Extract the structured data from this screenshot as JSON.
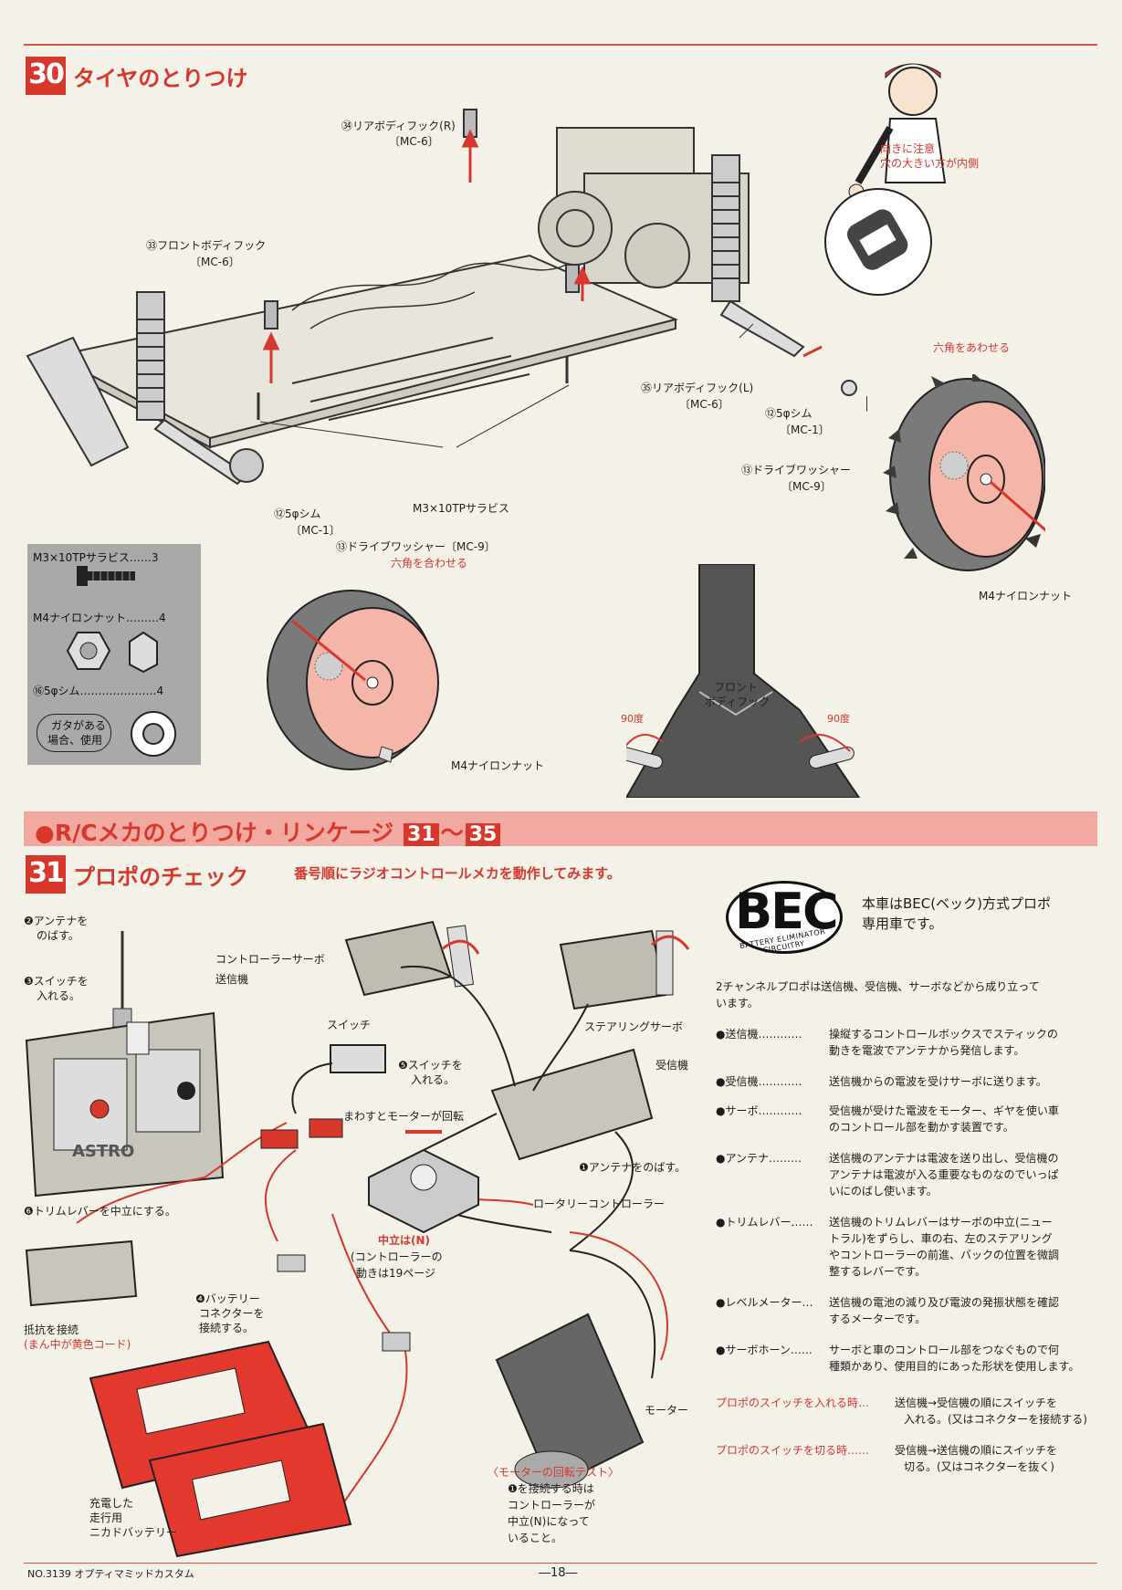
{
  "section30": {
    "num": "30",
    "title": "タイヤのとりつけ",
    "labels": {
      "rear_hook_r": "㉞リアボディフック(R)",
      "rear_hook_r_code": "〔MC-6〕",
      "front_hook": "㉝フロントボディフック",
      "front_hook_code": "〔MC-6〕",
      "rear_hook_l": "㉟リアボディフック(L)",
      "rear_hook_l_code": "〔MC-6〕",
      "shim_right": "⑫5φシム",
      "shim_right_code": "〔MC-1〕",
      "drive_washer_right": "⑬ドライブワッシャー",
      "drive_washer_right_code": "〔MC-9〕",
      "hex_right": "六角をあわせる",
      "nut_right": "M4ナイロンナット",
      "screw": "M3×10TPサラビス",
      "shim_left": "⑫5φシム",
      "shim_left_code": "〔MC-1〕",
      "drive_washer_left": "⑬ドライブワッシャー〔MC-9〕",
      "hex_left": "六角を合わせる",
      "nut_left": "M4ナイロンナット",
      "caution_1": "向きに注意",
      "caution_2": "穴の大きい方が内側",
      "front_hook_fig_1": "フロント",
      "front_hook_fig_2": "ボディフック",
      "deg_left": "90度",
      "deg_right": "90度"
    },
    "parts": {
      "screw": "M3×10TPサラビス……3",
      "nut": "M4ナイロンナット………4",
      "shim": "⑯5φシム…………………4",
      "note_1": "ガタがある",
      "note_2": "場合、使用"
    }
  },
  "banner": {
    "text": "●R/Cメカのとりつけ・リンケージ",
    "from": "31",
    "sep": "〜",
    "to": "35"
  },
  "section31": {
    "num": "31",
    "title": "プロポのチェック",
    "subtitle": "番号順にラジオコントロールメカを動作してみます。",
    "labels": {
      "antenna_tx_1": "❷アンテナを",
      "antenna_tx_2": "のばす。",
      "switch_tx_1": "❸スイッチを",
      "switch_tx_2": "入れる。",
      "transmitter": "送信機",
      "controller_servo": "コントローラーサーボ",
      "steering_servo": "ステアリングサーボ",
      "switch": "スイッチ",
      "switch_on_1": "❺スイッチを",
      "switch_on_2": "入れる。",
      "receiver": "受信機",
      "rotate": "まわすとモーターが回転",
      "antenna_rx": "❶アンテナをのばす。",
      "trim": "❻トリムレバーを中立にする。",
      "rotary": "ロータリーコントローラー",
      "neutral_1": "中立は(N)",
      "neutral_2": "(コントローラーの",
      "neutral_3": "動きは19ページ",
      "battery_1": "❹バッテリー",
      "battery_2": "コネクターを",
      "battery_3": "接続する。",
      "resistor_1": "抵抗を接続",
      "resistor_2": "(まん中が黄色コード)",
      "motor": "モーター",
      "charged_1": "充電した",
      "charged_2": "走行用",
      "charged_3": "ニカドバッテリー",
      "motor_test_title": "〈モーターの回転テスト〉",
      "motor_test_1": "❶を接続する時は",
      "motor_test_2": "コントローラーが",
      "motor_test_3": "中立(N)になって",
      "motor_test_4": "いること。",
      "tx_brand": "ASTRO"
    }
  },
  "bec": {
    "logo": "BEC",
    "logo_sub": "BATTERY ELIMINATOR CIRCUITRY",
    "headline_1": "本車はBEC(ベック)方式プロポ",
    "headline_2": "専用車です。",
    "intro_1": "2チャンネルプロポは送信機、受信機、サーボなどから成り立って",
    "intro_2": "います。",
    "terms": [
      {
        "term": "●送信機…………",
        "desc_1": "操縦するコントロールボックスでスティックの",
        "desc_2": "動きを電波でアンテナから発信します。"
      },
      {
        "term": "●受信機…………",
        "desc_1": "送信機からの電波を受けサーボに送ります。",
        "desc_2": ""
      },
      {
        "term": "●サーボ…………",
        "desc_1": "受信機が受けた電波をモーター、ギヤを使い車",
        "desc_2": "のコントロール部を動かす装置です。"
      },
      {
        "term": "●アンテナ………",
        "desc_1": "送信機のアンテナは電波を送り出し、受信機の",
        "desc_2": "アンテナは電波が入る重要なものなのでいっぱ",
        "desc_3": "いにのばし使います。"
      },
      {
        "term": "●トリムレバー……",
        "desc_1": "送信機のトリムレバーはサーボの中立(ニュー",
        "desc_2": "トラル)をずらし、車の右、左のステアリング",
        "desc_3": "やコントローラーの前進、バックの位置を微調",
        "desc_4": "整するレバーです。"
      },
      {
        "term": "●レベルメーター…",
        "desc_1": "送信機の電池の減り及び電波の発振状態を確認",
        "desc_2": "するメーターです。"
      },
      {
        "term": "●サーボホーン……",
        "desc_1": "サーボと車のコントロール部をつなぐもので何",
        "desc_2": "種類かあり、使用目的にあった形状を使用します。"
      }
    ],
    "switch_on_term": "プロポのスイッチを入れる時…",
    "switch_on_desc_1": "送信機→受信機の順にスイッチを",
    "switch_on_desc_2": "入れる。(又はコネクターを接続する)",
    "switch_off_term": "プロポのスイッチを切る時……",
    "switch_off_desc_1": "受信機→送信機の順にスイッチを",
    "switch_off_desc_2": "切る。(又はコネクターを抜く)"
  },
  "footer": {
    "model": "NO.3139 オプティマミッドカスタム",
    "page": "―18―"
  },
  "colors": {
    "accent": "#d8372c",
    "banner": "#f2a9a2",
    "paper": "#f4f1e8",
    "parts_box": "#a9a9a9",
    "fig_gray": "#555555",
    "battery": "#e2382e"
  }
}
